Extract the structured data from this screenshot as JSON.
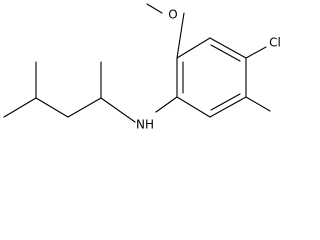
{
  "molecule": {
    "atoms": {
      "oxygen": "O",
      "chlorine": "Cl",
      "nitrogen_hydrogen": "NH"
    }
  },
  "colors": {
    "background": "#ffffff",
    "bond": "#000000",
    "text": "#000000"
  }
}
